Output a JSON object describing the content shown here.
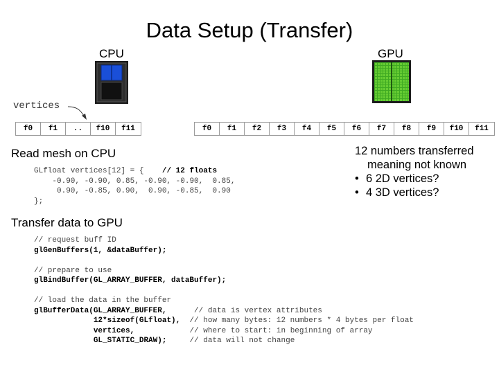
{
  "title": "Data Setup (Transfer)",
  "cpu": {
    "label": "CPU",
    "color": "#1a4fd8"
  },
  "gpu": {
    "label": "GPU",
    "color": "#3faa22"
  },
  "vertices_label": "vertices",
  "cpu_buffer": [
    "f0",
    "f1",
    "..",
    "f10",
    "f11"
  ],
  "gpu_buffer": [
    "f0",
    "f1",
    "f2",
    "f3",
    "f4",
    "f5",
    "f6",
    "f7",
    "f8",
    "f9",
    "f10",
    "f11"
  ],
  "read_heading": "Read mesh on CPU",
  "read_code": {
    "line1_a": "GLfloat vertices[12] = {",
    "line1_b": "// 12 floats",
    "line2": "-0.90, -0.90, 0.85, -0.90, -0.90,  0.85,",
    "line3": " 0.90, -0.85, 0.90,  0.90, -0.85,  0.90",
    "line4": "};"
  },
  "transfer_heading": "Transfer data to GPU",
  "transfer_code": {
    "c1": "// request buff ID",
    "s1": "glGenBuffers(1, &dataBuffer);",
    "c2": "// prepare to use",
    "s2": "glBindBuffer(GL_ARRAY_BUFFER, dataBuffer);",
    "c3": "// load the data in the buffer",
    "s3a": "glBufferData(GL_ARRAY_BUFFER,",
    "s3a_c": "// data is vertex attributes",
    "s3b": "12*sizeof(GLfloat),",
    "s3b_c": "// how many bytes: 12 numbers * 4 bytes per float",
    "s3c": "vertices,",
    "s3c_c": "// where to start: in beginning of array",
    "s3d": "GL_STATIC_DRAW);",
    "s3d_c": "// data will not change"
  },
  "note": {
    "line1": "12 numbers transferred",
    "line2": "meaning not known",
    "bullets": [
      "6  2D vertices?",
      "4  3D vertices?"
    ],
    "bullet_glyph": "•"
  }
}
